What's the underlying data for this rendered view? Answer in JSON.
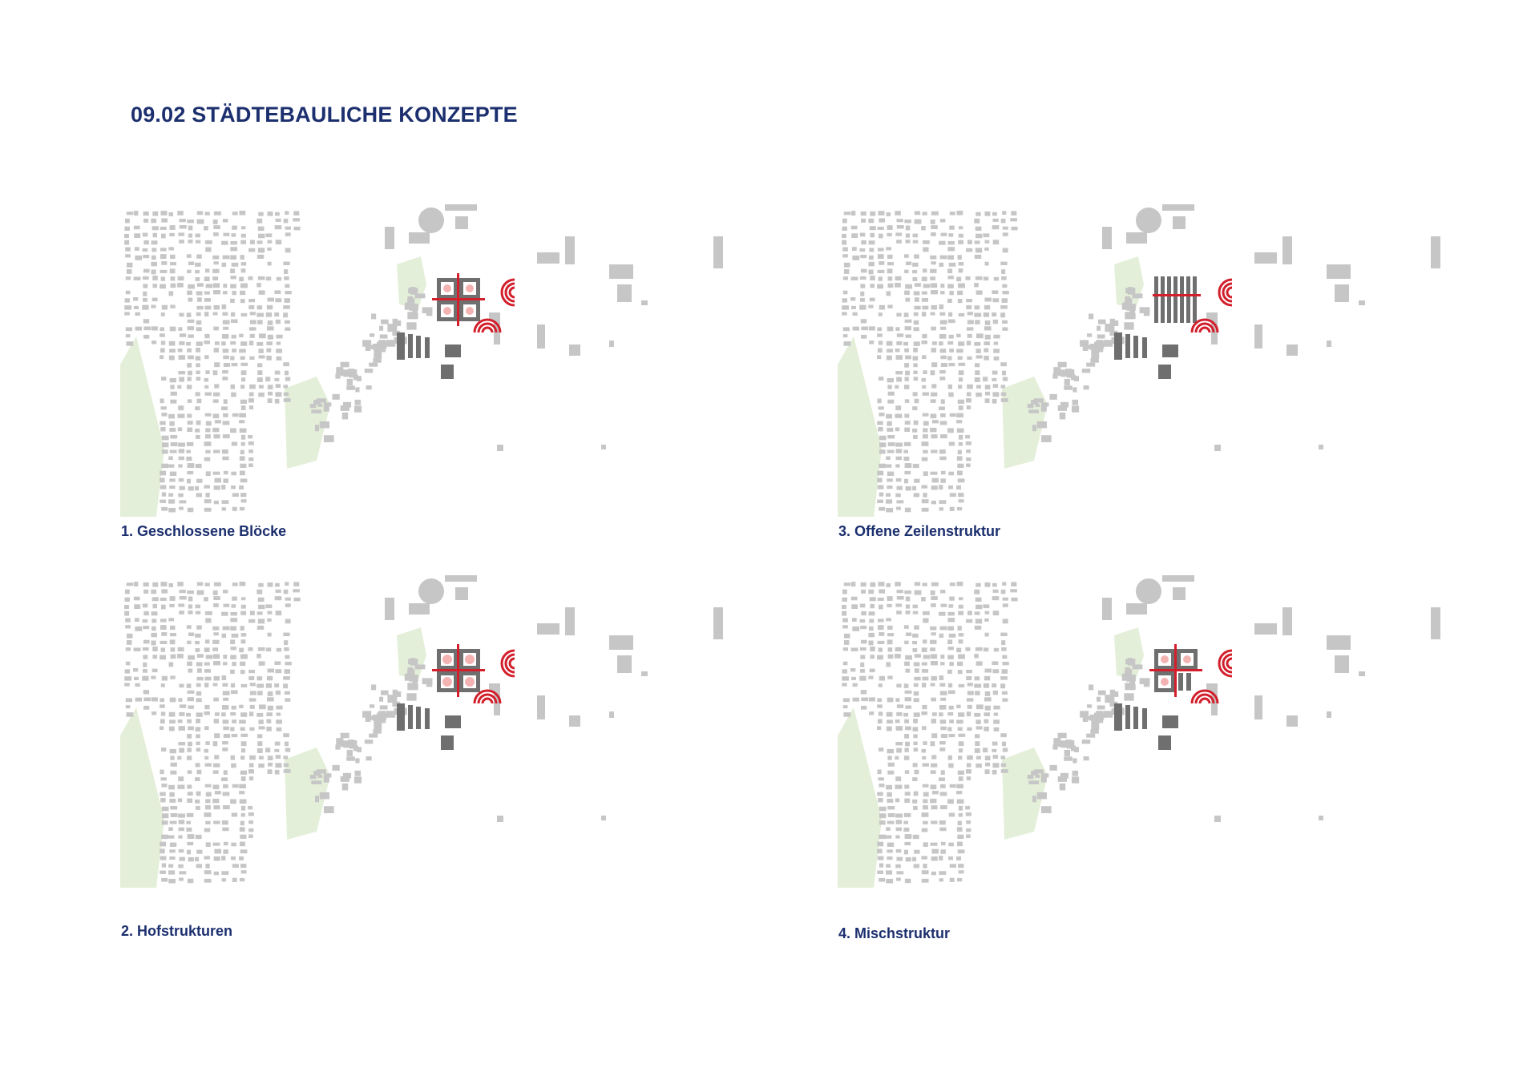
{
  "page": {
    "title": "09.02 STÄDTEBAULICHE KONZEPTE"
  },
  "colors": {
    "title": "#1c2f6e",
    "building": "#c6c6c6",
    "existing_dark": "#6f6f6f",
    "green_space": "#e4efd9",
    "accent_red": "#d21f2b",
    "accent_pink": "#f4b3b3"
  },
  "concepts": [
    {
      "number": 1,
      "label": "1. Geschlossene Blöcke",
      "variant": "blocks"
    },
    {
      "number": 2,
      "label": "2. Hofstrukturen",
      "variant": "courtyards"
    },
    {
      "number": 3,
      "label": "3. Offene Zeilenstruktur",
      "variant": "rows"
    },
    {
      "number": 4,
      "label": "4. Mischstruktur",
      "variant": "mixed"
    }
  ]
}
